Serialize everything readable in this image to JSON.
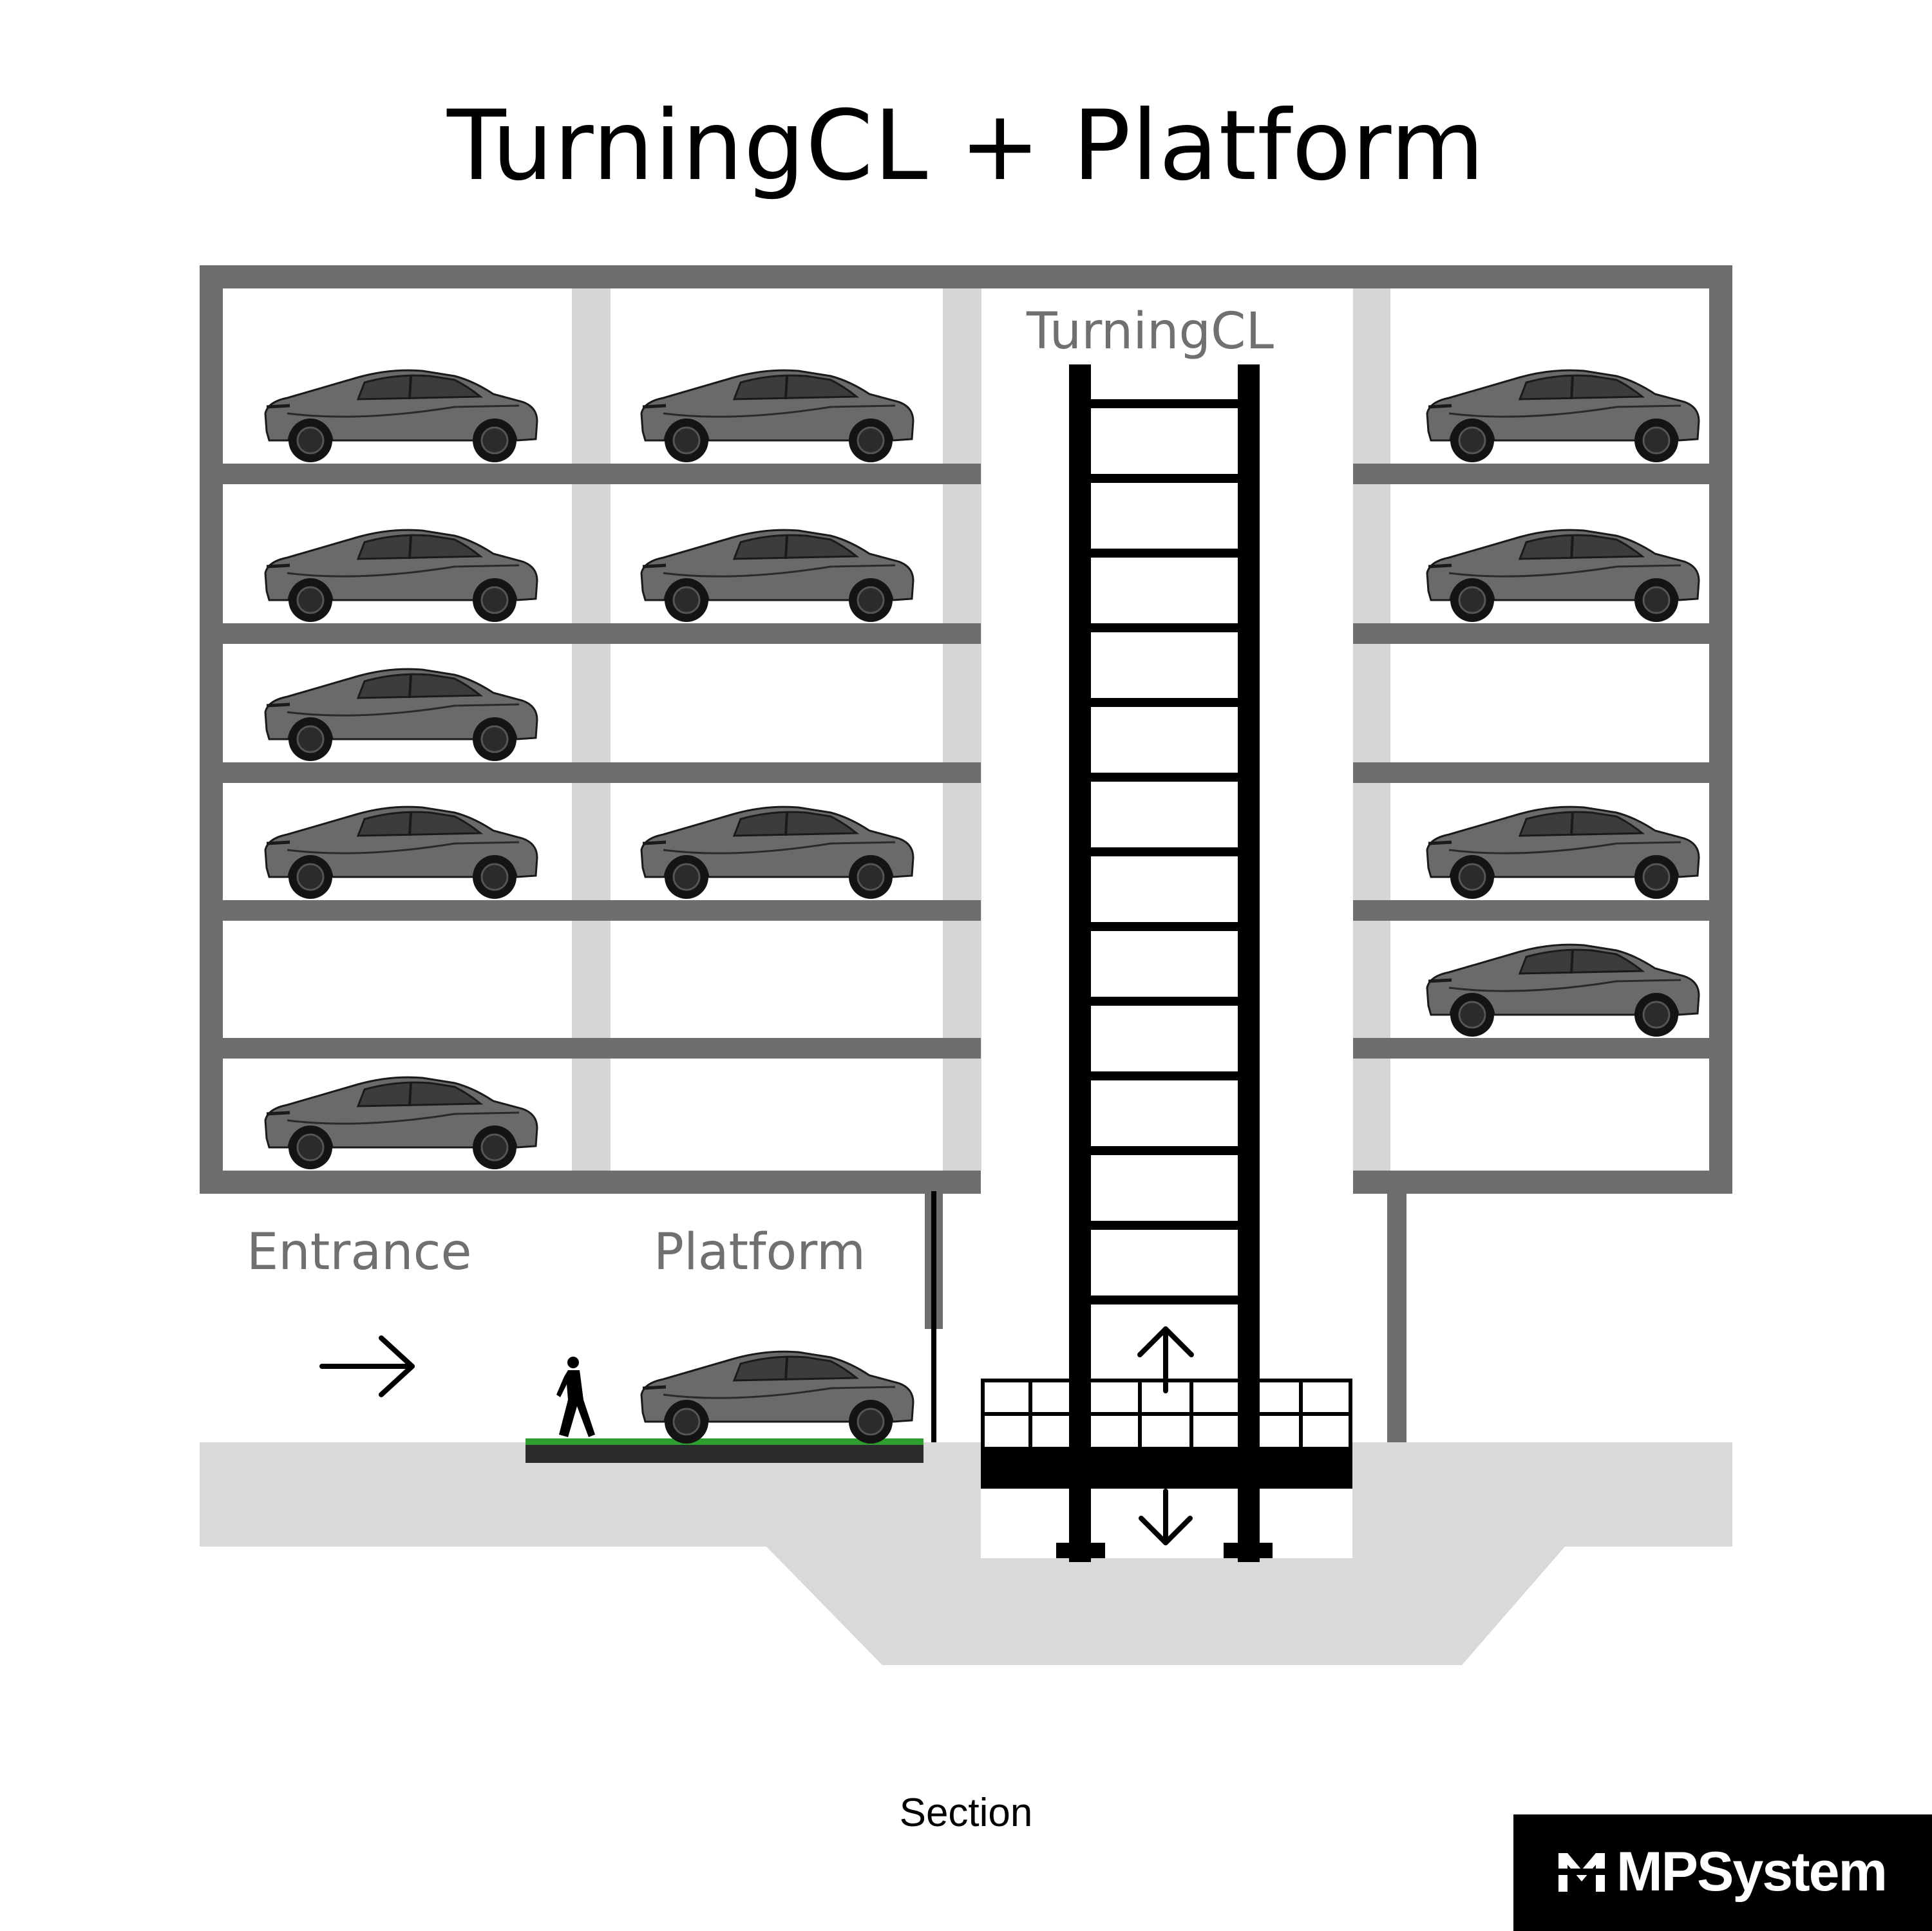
{
  "title": "TurningCL + Platform",
  "labels": {
    "lift": "TurningCL",
    "entrance": "Entrance",
    "platform": "Platform",
    "section": "Section"
  },
  "brand": {
    "name": "MPSystem",
    "logo_icon": "mp-logo-icon"
  },
  "icons": {
    "entrance_arrow": "arrow-right-icon",
    "lift_up": "arrow-up-icon",
    "lift_down": "arrow-down-icon",
    "person": "walking-person-icon",
    "car": "car-icon"
  },
  "colors": {
    "structure": "#6e6e6e",
    "column": "#d6d6d6",
    "ground": "#d9d9d9",
    "lift": "#000000",
    "car_body": "#6a6a6a",
    "platform_strip": "#2e9e2e",
    "label_text": "#707070"
  },
  "parking": {
    "levels": 6,
    "left_block_slots": [
      [
        true,
        true
      ],
      [
        true,
        true
      ],
      [
        true,
        false
      ],
      [
        true,
        true
      ],
      [
        false,
        false
      ],
      [
        true,
        false
      ]
    ],
    "right_block_slots": [
      true,
      true,
      false,
      true,
      true,
      false
    ]
  }
}
